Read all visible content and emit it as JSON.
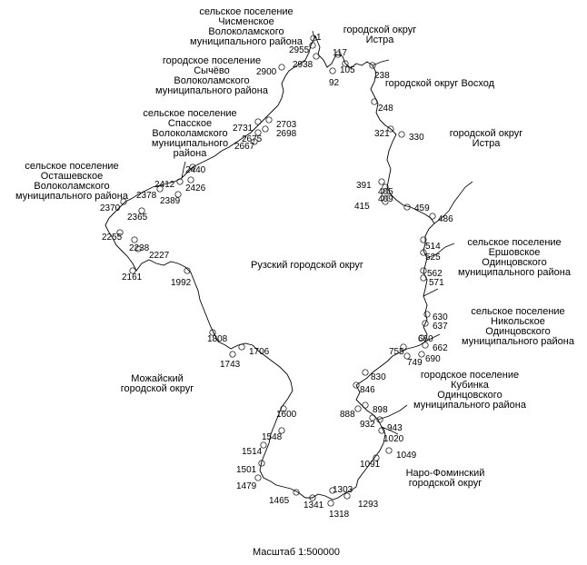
{
  "map": {
    "center_label": "Рузский городской округ",
    "scale_label": "Масштаб 1:500000",
    "neighbors": [
      {
        "id": "chismenskoe",
        "lines": [
          "сельское поселение",
          "Чисменское",
          "Волоколамского",
          "муниципального района"
        ]
      },
      {
        "id": "istra-top",
        "lines": [
          "городской округ",
          "Истра"
        ]
      },
      {
        "id": "sychevo",
        "lines": [
          "городское поселение",
          "Сычёво",
          "Волоколамского",
          "муниципального района"
        ]
      },
      {
        "id": "voskhod",
        "lines": [
          "городской округ Восход"
        ]
      },
      {
        "id": "spasskoe",
        "lines": [
          "сельское поселение",
          "Спасское",
          "Волоколамского",
          "муниципального",
          "района"
        ]
      },
      {
        "id": "istra-right",
        "lines": [
          "городской округ",
          "Истра"
        ]
      },
      {
        "id": "ostashevskoe",
        "lines": [
          "сельское поселение",
          "Осташевское",
          "Волоколамского",
          "муниципального района"
        ]
      },
      {
        "id": "ershovskoe",
        "lines": [
          "сельское поселение",
          "Ершовское",
          "Одинцовского",
          "муниципального района"
        ]
      },
      {
        "id": "nikolskoe",
        "lines": [
          "сельское поселение",
          "Никольское",
          "Одинцовского",
          "муниципального района"
        ]
      },
      {
        "id": "mozhaisky",
        "lines": [
          "Можайский",
          "городской округ"
        ]
      },
      {
        "id": "kubinka",
        "lines": [
          "городское поселение",
          "Кубинка",
          "Одинцовского",
          "муниципального района"
        ]
      },
      {
        "id": "naro-fominsky",
        "lines": [
          "Наро-Фоминский",
          "городской округ"
        ]
      }
    ],
    "boundary_points": [
      {
        "label": "1"
      },
      {
        "label": "2955"
      },
      {
        "label": "2938"
      },
      {
        "label": "117"
      },
      {
        "label": "105"
      },
      {
        "label": "92"
      },
      {
        "label": "2900"
      },
      {
        "label": "238"
      },
      {
        "label": "248"
      },
      {
        "label": "321"
      },
      {
        "label": "330"
      },
      {
        "label": "2731"
      },
      {
        "label": "2703"
      },
      {
        "label": "2698"
      },
      {
        "label": "2675"
      },
      {
        "label": "2667"
      },
      {
        "label": "2440"
      },
      {
        "label": "2426"
      },
      {
        "label": "2412"
      },
      {
        "label": "2389"
      },
      {
        "label": "2378"
      },
      {
        "label": "2370"
      },
      {
        "label": "2365"
      },
      {
        "label": "391"
      },
      {
        "label": "405"
      },
      {
        "label": "409"
      },
      {
        "label": "415"
      },
      {
        "label": "459"
      },
      {
        "label": "486"
      },
      {
        "label": "2255"
      },
      {
        "label": "2238"
      },
      {
        "label": "2227"
      },
      {
        "label": "514"
      },
      {
        "label": "525"
      },
      {
        "label": "2161"
      },
      {
        "label": "1992"
      },
      {
        "label": "562"
      },
      {
        "label": "571"
      },
      {
        "label": "630"
      },
      {
        "label": "637"
      },
      {
        "label": "660"
      },
      {
        "label": "662"
      },
      {
        "label": "755"
      },
      {
        "label": "749"
      },
      {
        "label": "690"
      },
      {
        "label": "1808"
      },
      {
        "label": "1706"
      },
      {
        "label": "1743"
      },
      {
        "label": "830"
      },
      {
        "label": "846"
      },
      {
        "label": "888"
      },
      {
        "label": "898"
      },
      {
        "label": "932"
      },
      {
        "label": "943"
      },
      {
        "label": "1020"
      },
      {
        "label": "1600"
      },
      {
        "label": "1548"
      },
      {
        "label": "1049"
      },
      {
        "label": "1514"
      },
      {
        "label": "1091"
      },
      {
        "label": "1501"
      },
      {
        "label": "1479"
      },
      {
        "label": "1303"
      },
      {
        "label": "1465"
      },
      {
        "label": "1341"
      },
      {
        "label": "1293"
      },
      {
        "label": "1318"
      }
    ]
  }
}
